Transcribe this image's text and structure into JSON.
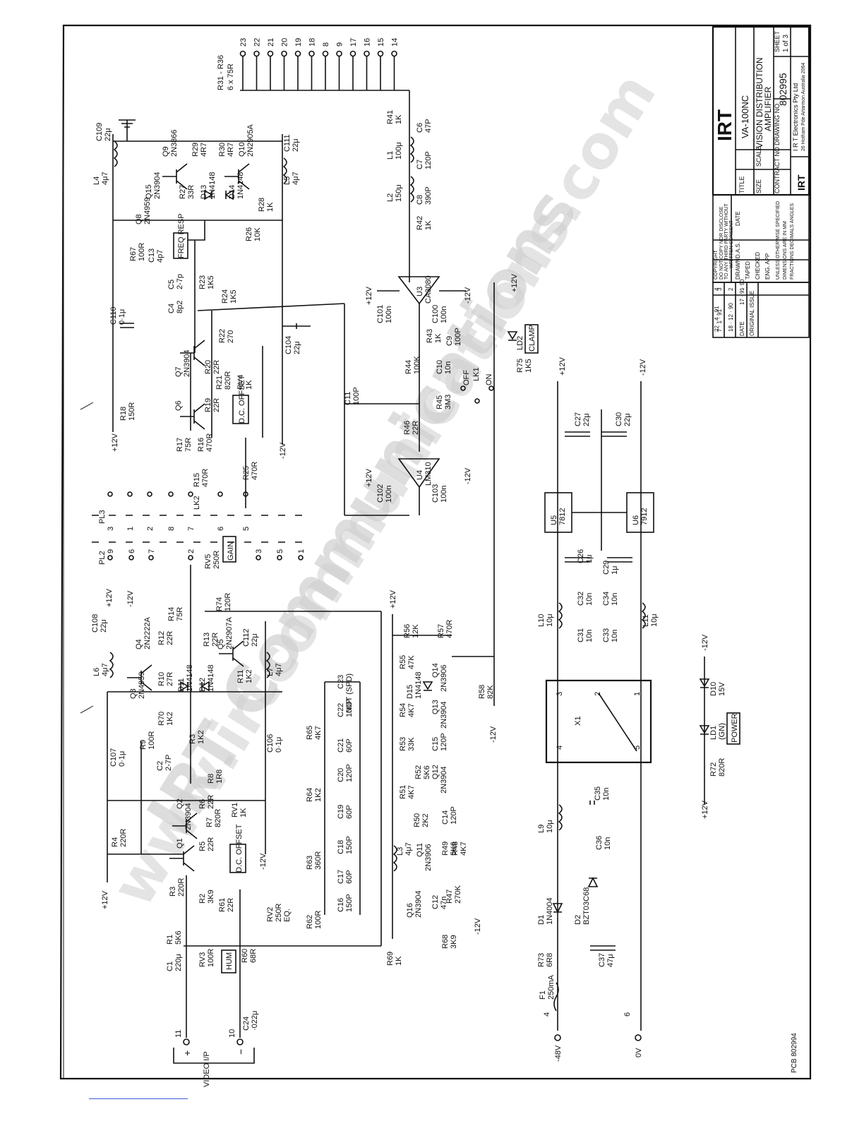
{
  "title_block": {
    "company_logo": "IRT",
    "title_label": "TITLE",
    "model": "VA-100NC",
    "description_line1": "VISION DISTRIBUTION",
    "description_line2": "AMPLIFIER",
    "size_label": "SIZE",
    "scale_label": "SCALE",
    "contract_label": "CONTRACT NO",
    "drawing_no_label": "DRAWING NO",
    "drawing_no": "802995",
    "sheet_label": "SHEET",
    "sheet_value": "1 of 3",
    "company_name": "I R T Electronics Pty Ltd",
    "company_address": "26 Hotham Pde  Artarmon  Australia 2064",
    "drawn_label": "DRAWN",
    "drawn_by": "D.A.S.",
    "date_label": "DATE",
    "taped_label": "TAPED",
    "checked_label": "CHECKED",
    "eng_app_label": "ENG. APP",
    "copyright_line1": "COPYRIGHT",
    "copyright_line2": "DO NOT COPY NOR DISCLOSE",
    "copyright_line3": "TO ANY THIRD PARTY WITHOUT",
    "copyright_line4": "WRITTEN CONSENT",
    "tolerances_line1": "UNLESS OTHERWISE SPECIFIED",
    "tolerances_line2": "DIMENSIONS ARE IN MM",
    "tolerances_line3": "FRACTIONS  DECIMALS  ANGLES",
    "revisions": [
      {
        "rev": "1",
        "text": "ORIGINAL ISSUE",
        "date": "17 · 9 · 90"
      },
      {
        "rev": "2",
        "text": "18 · 12 · 90",
        "date": ""
      },
      {
        "rev": "3",
        "text": "7 · 1 · 91",
        "date": ""
      },
      {
        "rev": "4",
        "text": "22 · 4 · 91",
        "date": ""
      }
    ],
    "date_header": "DATE",
    "issue_header": "ORIGINAL ISSUE"
  },
  "footer": {
    "pcb": "PCB 802994"
  },
  "watermark": {
    "line1": "IRT Communications",
    "line2": "www.irtcommunications.com"
  },
  "connectors": {
    "outputs": [
      "23",
      "22",
      "21",
      "20",
      "19",
      "18",
      "8",
      "9",
      "17",
      "16",
      "15",
      "14"
    ],
    "output_resistors": "R31 - R36",
    "output_resistors_value": "6 x 75R",
    "video_in": "VIDEO I/P",
    "input_pins": [
      "11",
      "10"
    ],
    "power_pins": {
      "neg48": "4",
      "zero": "6"
    },
    "neg48_label": "-48V",
    "zero_label": "0V",
    "pl2": "PL2",
    "pl3": "PL3",
    "pl2_pins": [
      "9",
      "6",
      "7",
      "2",
      "3",
      "5",
      "1"
    ],
    "pl3_pins": [
      "3",
      "1",
      "2",
      "8",
      "7",
      "6",
      "5"
    ],
    "lk1": "LK1",
    "lk2": "LK2",
    "off": "OFF",
    "on": "ON"
  },
  "rails": {
    "p12": "+12V",
    "m12": "-12V"
  },
  "labels": {
    "freq_resp": "FREQ RESP",
    "dc_offset": "D.C. OFFSET",
    "gain": "GAIN",
    "clamp": "CLAMP",
    "power": "POWER",
    "hum": "HUM",
    "eq": "EQ."
  },
  "components": {
    "top_section": [
      [
        "C109",
        "22μ"
      ],
      [
        "L4",
        "4μ7"
      ],
      [
        "Q9",
        "2N3866"
      ],
      [
        "R29",
        "4R7"
      ],
      [
        "R30",
        "4R7"
      ],
      [
        "Q10",
        "2N2905A"
      ],
      [
        "C111",
        "22μ"
      ],
      [
        "L5",
        "4μ7"
      ],
      [
        "Q15",
        "2N3904"
      ],
      [
        "R27",
        "33R"
      ],
      [
        "D13",
        "1N4148"
      ],
      [
        "D14",
        "1N4148"
      ],
      [
        "R28",
        "1K"
      ],
      [
        "Q8",
        "2N4959"
      ],
      [
        "R26",
        "10K"
      ],
      [
        "R67",
        "100R"
      ],
      [
        "C13",
        "4p7"
      ],
      [
        "C5",
        "2-7p"
      ],
      [
        "R23",
        "1K5"
      ],
      [
        "C4",
        "8p2"
      ],
      [
        "R24",
        "1K5"
      ],
      [
        "C110",
        "0·1μ"
      ],
      [
        "R22",
        "270"
      ],
      [
        "C104",
        "22μ"
      ],
      [
        "Q7",
        "2N3904"
      ],
      [
        "R20",
        "22R"
      ],
      [
        "R21",
        "820R"
      ],
      [
        "RV4",
        "1K"
      ],
      [
        "R18",
        "150R"
      ],
      [
        "Q6",
        ""
      ],
      [
        "R19",
        "22R"
      ],
      [
        "R17",
        "75R"
      ],
      [
        "R16",
        "470R"
      ],
      [
        "R15",
        "470R"
      ],
      [
        "R25",
        "470R"
      ],
      [
        "R41",
        "1K"
      ],
      [
        "C6",
        "47p"
      ],
      [
        "L1",
        "100μ"
      ],
      [
        "C7",
        "120p"
      ],
      [
        "L2",
        "150μ"
      ],
      [
        "C8",
        "390p"
      ],
      [
        "R42",
        "1K"
      ],
      [
        "U3",
        "CA3080"
      ],
      [
        "C101",
        "100n"
      ],
      [
        "C100",
        "100n"
      ],
      [
        "R43",
        "1K"
      ],
      [
        "C9",
        "100p"
      ],
      [
        "R44",
        "100K"
      ],
      [
        "C10",
        "10n"
      ],
      [
        "R75",
        "1K5"
      ],
      [
        "LD2",
        "CLAMP"
      ],
      [
        "C11",
        "100p"
      ],
      [
        "R45",
        "3M3"
      ],
      [
        "R46",
        "22R"
      ],
      [
        "U4",
        "LM310"
      ],
      [
        "C102",
        "100n"
      ],
      [
        "C103",
        "100n"
      ]
    ],
    "bottom_section": [
      [
        "C108",
        "22μ"
      ],
      [
        "Q4",
        "2N2222A"
      ],
      [
        "R12",
        "22R"
      ],
      [
        "R14",
        "75R"
      ],
      [
        "R13",
        "22R"
      ],
      [
        "Q5",
        "2N2907A"
      ],
      [
        "C112",
        "22μ"
      ],
      [
        "L7",
        "4μ7"
      ],
      [
        "L6",
        "4μ7"
      ],
      [
        "Q3",
        "2N4959"
      ],
      [
        "R10",
        "27R"
      ],
      [
        "D11",
        "1N4148"
      ],
      [
        "D12",
        "1N4148"
      ],
      [
        "R11",
        "1K2"
      ],
      [
        "RV5",
        "250R"
      ],
      [
        "R74",
        "120R"
      ],
      [
        "C107",
        "0·1μ"
      ],
      [
        "R70",
        "1K2"
      ],
      [
        "R9",
        "100R"
      ],
      [
        "R3",
        "1K2"
      ],
      [
        "C2",
        "2-7p"
      ],
      [
        "C106",
        "0·1μ"
      ],
      [
        "R8",
        "1R8"
      ],
      [
        "Q2",
        "2N3904"
      ],
      [
        "R6",
        "22R"
      ],
      [
        "R7",
        "820R"
      ],
      [
        "RV1",
        "1K"
      ],
      [
        "R4",
        "220R"
      ],
      [
        "Q1",
        ""
      ],
      [
        "R5",
        "22R"
      ],
      [
        "R3",
        "220R"
      ],
      [
        "R2",
        "3K9"
      ],
      [
        "R1",
        "5K6"
      ],
      [
        "C1",
        "220μ"
      ],
      [
        "RV3",
        "100R"
      ],
      [
        "R61",
        "22R"
      ],
      [
        "RV2",
        "250R"
      ],
      [
        "R60",
        "68R"
      ],
      [
        "C24",
        "·022μ"
      ],
      [
        "R62",
        "100R"
      ],
      [
        "R63",
        "360R"
      ],
      [
        "R64",
        "1K2"
      ],
      [
        "R65",
        "4K7"
      ],
      [
        "C16",
        "150p"
      ],
      [
        "C17",
        "60p"
      ],
      [
        "C18",
        "150p"
      ],
      [
        "C19",
        "60p"
      ],
      [
        "C20",
        "120p"
      ],
      [
        "C21",
        "60p"
      ],
      [
        "C22",
        "100p"
      ],
      [
        "C23",
        "NOT (SPD)"
      ],
      [
        "R56",
        "12K"
      ],
      [
        "R57",
        "470R"
      ],
      [
        "R55",
        "47K"
      ],
      [
        "Q14",
        "2N3906"
      ],
      [
        "D15",
        "1N4148"
      ],
      [
        "R58",
        "82K"
      ],
      [
        "R54",
        "4K7"
      ],
      [
        "Q13",
        "2N3904"
      ],
      [
        "R53",
        "33K"
      ],
      [
        "C15",
        "120p"
      ],
      [
        "R52",
        "5K6"
      ],
      [
        "Q12",
        "2N3904"
      ],
      [
        "R51",
        "4K7"
      ],
      [
        "R50",
        "2K2"
      ],
      [
        "C14",
        "120p"
      ],
      [
        "L3",
        "4μ7"
      ],
      [
        "Q11",
        "2N3906"
      ],
      [
        "R49",
        "5K6"
      ],
      [
        "R48",
        "4K7"
      ],
      [
        "R47",
        "270K"
      ],
      [
        "C12",
        "47n"
      ],
      [
        "Q16",
        "2N3904"
      ],
      [
        "R68",
        "3K9"
      ],
      [
        "R69",
        "1K"
      ]
    ],
    "power_section": [
      [
        "C27",
        "22μ"
      ],
      [
        "C30",
        "22μ"
      ],
      [
        "U5",
        "7812"
      ],
      [
        "U6",
        "7912"
      ],
      [
        "C26",
        "1μ"
      ],
      [
        "C29",
        "1μ"
      ],
      [
        "C32",
        "10n"
      ],
      [
        "C34",
        "10n"
      ],
      [
        "L10",
        "10μ"
      ],
      [
        "L11",
        "10μ"
      ],
      [
        "C31",
        "10n"
      ],
      [
        "C33",
        "10n"
      ],
      [
        "X1",
        ""
      ],
      [
        "C35",
        "10n"
      ],
      [
        "L9",
        "10μ"
      ],
      [
        "C36",
        "10n"
      ],
      [
        "D1",
        "1N4004"
      ],
      [
        "D2",
        "BZT03C68"
      ],
      [
        "R73",
        "6R8"
      ],
      [
        "F1",
        "250mA"
      ],
      [
        "C37",
        "47μ"
      ],
      [
        "D10",
        "15V"
      ],
      [
        "LD1",
        "GN"
      ],
      [
        "R72",
        "820R"
      ]
    ]
  }
}
